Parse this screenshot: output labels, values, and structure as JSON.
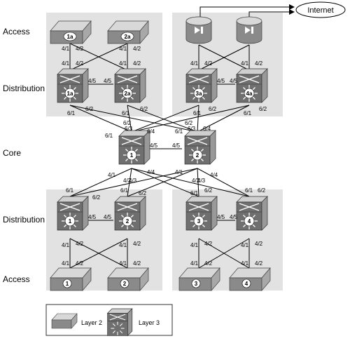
{
  "tiers": {
    "access_top": "Access",
    "distribution_top": "Distribution",
    "core": "Core",
    "distribution_bottom": "Distribution",
    "access_bottom": "Access"
  },
  "internet": "Internet",
  "legend": {
    "layer2": "Layer 2",
    "layer3": "Layer 3"
  },
  "devices": {
    "sw1a": "1a",
    "sw2a": "2a",
    "d1a": "1a",
    "d2a": "2a",
    "d3a": "3a",
    "d4a": "4a",
    "c1": "1",
    "c2": "2",
    "d1": "1",
    "d2": "2",
    "d3": "3",
    "d4": "4",
    "sw1": "1",
    "sw2": "2",
    "sw3": "3",
    "sw4": "4"
  },
  "ports": {
    "top_access": [
      "4/1",
      "4/2",
      "4/1",
      "4/2"
    ],
    "top_dist_up": [
      "4/1",
      "4/2",
      "4/1",
      "4/2",
      "4/1",
      "4/2",
      "4/1",
      "4/2"
    ],
    "top_dist_mid": [
      "4/5",
      "4/5",
      "4/5",
      "4/5"
    ],
    "top_dist_down": [
      "6/1",
      "6/2",
      "6/1",
      "6/2",
      "6/1",
      "6/2",
      "6/1",
      "6/2"
    ],
    "core_up": [
      "6/1",
      "6/2",
      "6/3",
      "6/4",
      "6/1",
      "6/2",
      "6/3",
      "6/4"
    ],
    "core_mid": [
      "4/5",
      "4/5"
    ],
    "core_down": [
      "4/1",
      "4/2",
      "4/3",
      "4/4",
      "4/1",
      "4/2",
      "4/3",
      "4/4"
    ],
    "bot_dist_up": [
      "6/1",
      "6/2",
      "6/1",
      "6/2",
      "6/1",
      "6/2",
      "6/1",
      "6/2"
    ],
    "bot_dist_mid": [
      "4/5",
      "4/5",
      "4/5",
      "4/5"
    ],
    "bot_dist_down": [
      "4/1",
      "4/2",
      "4/1",
      "4/2",
      "4/1",
      "4/2",
      "4/1",
      "4/2"
    ],
    "bot_access": [
      "4/1",
      "4/2",
      "4/1",
      "4/2",
      "4/1",
      "4/2",
      "4/1",
      "4/2"
    ]
  }
}
